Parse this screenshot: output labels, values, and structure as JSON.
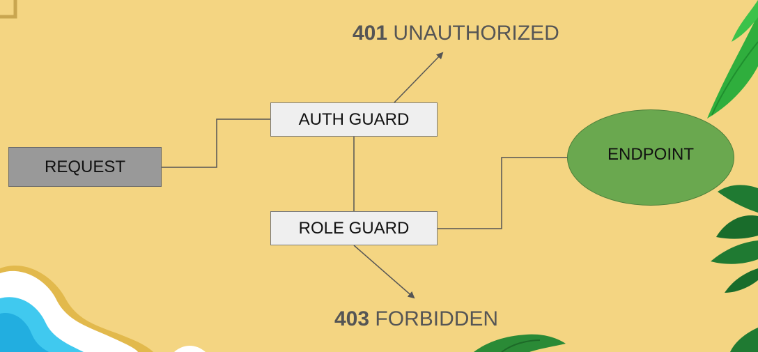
{
  "nodes": {
    "request": "REQUEST",
    "auth_guard": "AUTH GUARD",
    "role_guard": "ROLE GUARD",
    "endpoint": "ENDPOINT"
  },
  "outcomes": {
    "unauthorized": {
      "code": "401",
      "text": "UNAUTHORIZED"
    },
    "forbidden": {
      "code": "403",
      "text": "FORBIDDEN"
    }
  },
  "colors": {
    "background": "#f4d582",
    "request_fill": "#999999",
    "guard_fill": "#efefef",
    "endpoint_fill": "#6aa84f",
    "connector": "#555555"
  }
}
